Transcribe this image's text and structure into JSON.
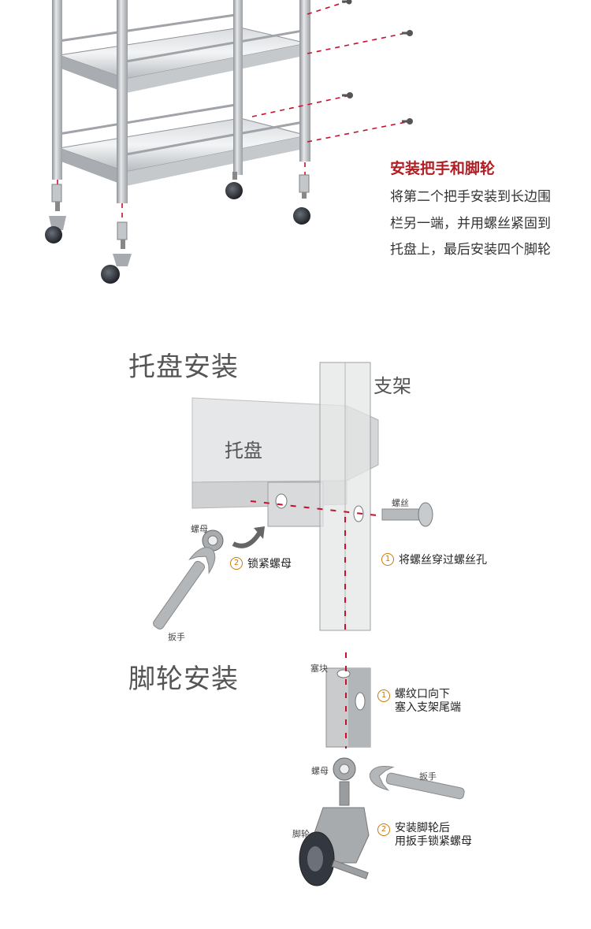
{
  "intro": {
    "title": "安装把手和脚轮",
    "lines": [
      "将第二个把手安装到长边围",
      "栏另一端，并用螺丝紧固到",
      "托盘上，最后安装四个脚轮"
    ]
  },
  "tray_install": {
    "title": "托盘安装",
    "label_bracket": "支架",
    "label_tray": "托盘",
    "label_screw": "螺丝",
    "label_nut": "螺母",
    "label_wrench": "扳手",
    "step1": {
      "num": "1",
      "text": "将螺丝穿过螺丝孔"
    },
    "step2": {
      "num": "2",
      "text": "锁紧螺母"
    }
  },
  "caster_install": {
    "title": "脚轮安装",
    "label_plug": "塞块",
    "label_nut": "螺母",
    "label_wrench": "扳手",
    "label_caster": "脚轮",
    "step1": {
      "num": "1",
      "lines": [
        "螺纹口向下",
        "塞入支架尾端"
      ]
    },
    "step2": {
      "num": "2",
      "lines": [
        "安装脚轮后",
        "用扳手锁紧螺母"
      ]
    }
  },
  "colors": {
    "accent_red": "#b01e23",
    "dash_red": "#c8102e",
    "step_orange": "#c87a0a",
    "steel": "#b9bcc0"
  }
}
